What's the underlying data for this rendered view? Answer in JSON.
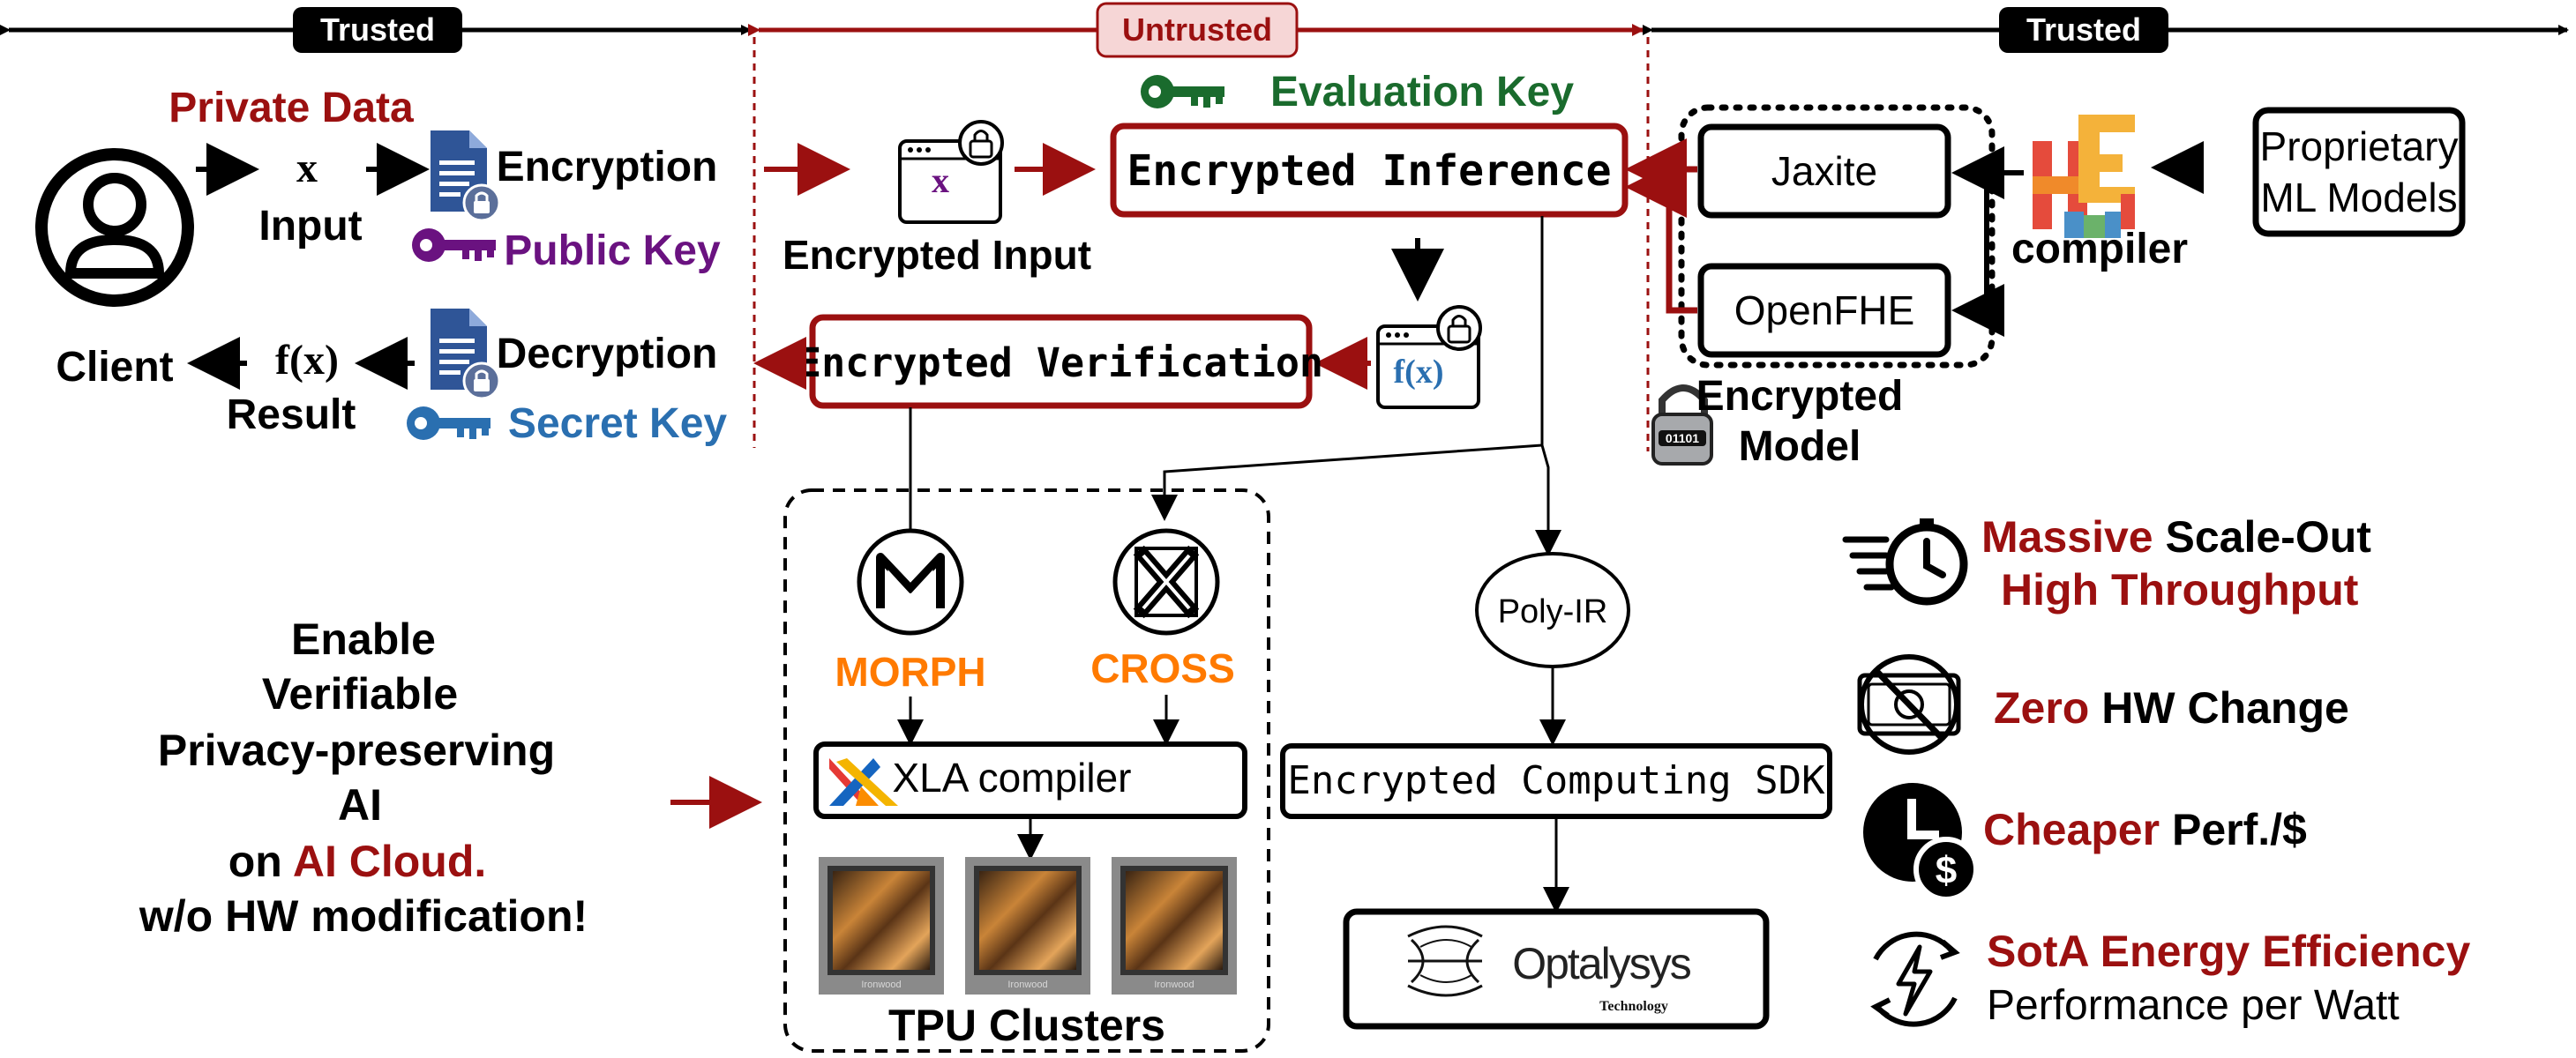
{
  "zones": {
    "left": "Trusted",
    "middle": "Untrusted",
    "right": "Trusted"
  },
  "client": {
    "private_data": "Private Data",
    "x_symbol": "x",
    "input": "Input",
    "encryption": "Encryption",
    "public_key": "Public Key",
    "client_label": "Client",
    "fx_symbol": "f(x)",
    "result": "Result",
    "decryption": "Decryption",
    "secret_key": "Secret Key"
  },
  "cloud": {
    "evaluation_key": "Evaluation Key",
    "encrypted_inference": "Encrypted Inference",
    "encrypted_input": "Encrypted Input",
    "encrypted_input_symbol": "x",
    "encrypted_verification": "Encrypted Verification",
    "verification_symbol": "f(x)",
    "morph": "MORPH",
    "cross": "CROSS",
    "xla_compiler": "XLA compiler",
    "tpu_clusters": "TPU Clusters",
    "chip_label": "Ironwood",
    "poly_ir": "Poly-IR",
    "sdk": "Encrypted Computing SDK",
    "optalysys": "Optalysys",
    "optalysys_sub": "Technology"
  },
  "model": {
    "jaxite": "Jaxite",
    "openfhe": "OpenFHE",
    "encrypted_model_line1": "Encrypted",
    "encrypted_model_line2": "Model",
    "lock_bits": "01101",
    "compiler": "compiler",
    "proprietary_line1": "Proprietary",
    "proprietary_line2": "ML Models"
  },
  "goal": {
    "lines": [
      "Enable",
      "Verifiable",
      "Privacy-preserving",
      "AI"
    ],
    "cloud_prefix": "on ",
    "cloud_highlight": "AI Cloud.",
    "last_line": "w/o HW modification!"
  },
  "benefits": {
    "b1_highlight": "Massive",
    "b1_rest": "Scale-Out",
    "b1_line2": "High Throughput",
    "b2_highlight": "Zero",
    "b2_rest": "HW Change",
    "b3_highlight": "Cheaper",
    "b3_rest": "Perf./$",
    "b4_line1": "SotA Energy Efficiency",
    "b4_line2": "Performance per Watt"
  },
  "colors": {
    "trusted_bg": "#000000",
    "untrusted_red": "#9b1010",
    "untrusted_box_bg": "#f6d6d6",
    "evaluation_key_green": "#1a6b2d",
    "public_key_purple": "#6a1280",
    "secret_key_blue": "#2a6fb0",
    "highlight_red": "#9b1010",
    "orange": "#ff7a00"
  }
}
